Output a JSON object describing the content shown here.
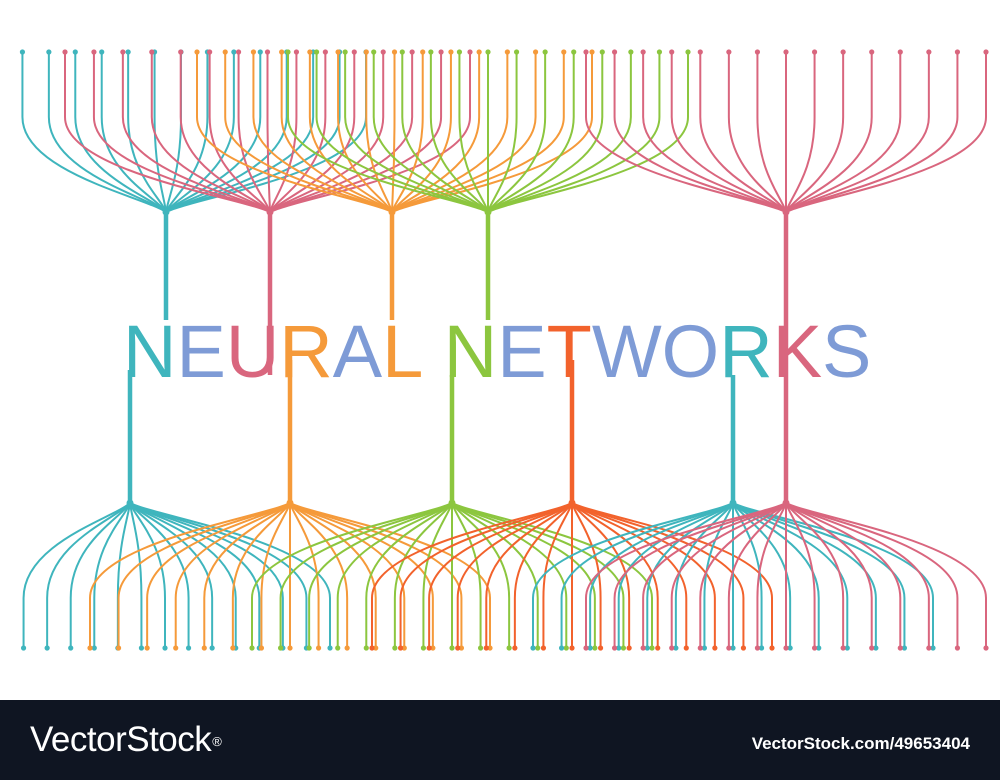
{
  "illustration": {
    "colors": {
      "teal": "#3fb5bd",
      "pink": "#d9667e",
      "orange": "#f59a3a",
      "green": "#8cc63f",
      "red_orange": "#f2622c",
      "blue": "#7e9bd6"
    },
    "title_letters": [
      {
        "char": "N",
        "color": "teal"
      },
      {
        "char": "E",
        "color": "blue"
      },
      {
        "char": "U",
        "color": "pink"
      },
      {
        "char": "R",
        "color": "orange"
      },
      {
        "char": "A",
        "color": "blue"
      },
      {
        "char": "L",
        "color": "orange"
      },
      {
        "char": " ",
        "color": "blue"
      },
      {
        "char": "N",
        "color": "green"
      },
      {
        "char": "E",
        "color": "blue"
      },
      {
        "char": "T",
        "color": "red_orange"
      },
      {
        "char": "W",
        "color": "blue"
      },
      {
        "char": "O",
        "color": "blue"
      },
      {
        "char": "R",
        "color": "teal"
      },
      {
        "char": "K",
        "color": "pink"
      },
      {
        "char": "S",
        "color": "blue"
      }
    ],
    "top_trees": [
      {
        "name": "top-tree-teal",
        "color": "teal"
      },
      {
        "name": "top-tree-pink",
        "color": "pink"
      },
      {
        "name": "top-tree-orange",
        "color": "orange"
      },
      {
        "name": "top-tree-green",
        "color": "green"
      },
      {
        "name": "top-tree-pink-right",
        "color": "pink"
      }
    ],
    "bottom_trees": [
      {
        "name": "bottom-tree-teal",
        "color": "teal"
      },
      {
        "name": "bottom-tree-orange",
        "color": "orange"
      },
      {
        "name": "bottom-tree-green",
        "color": "green"
      },
      {
        "name": "bottom-tree-red-orange",
        "color": "red_orange"
      },
      {
        "name": "bottom-tree-teal-right",
        "color": "teal"
      },
      {
        "name": "bottom-tree-pink-right",
        "color": "pink"
      }
    ]
  },
  "footer": {
    "brand": "VectorStock",
    "brand_mark": "®",
    "stock_id": "VectorStock.com/49653404",
    "background": "#0f1522"
  }
}
